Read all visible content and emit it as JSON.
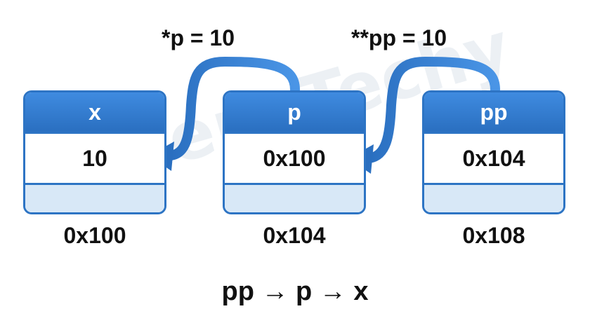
{
  "watermark": "GenxTechy",
  "boxes": [
    {
      "name": "x",
      "value": "10",
      "address": "0x100"
    },
    {
      "name": "p",
      "value": "0x100",
      "address": "0x104"
    },
    {
      "name": "pp",
      "value": "0x104",
      "address": "0x108"
    }
  ],
  "labels": {
    "p_deref": "*p = 10",
    "pp_deref": "**pp = 10"
  },
  "chain": "pp → p → x",
  "colors": {
    "box_border": "#2d74c4",
    "header": "#3a84d6",
    "footer": "#d8e8f7",
    "arrow": "#2f7ad0"
  }
}
